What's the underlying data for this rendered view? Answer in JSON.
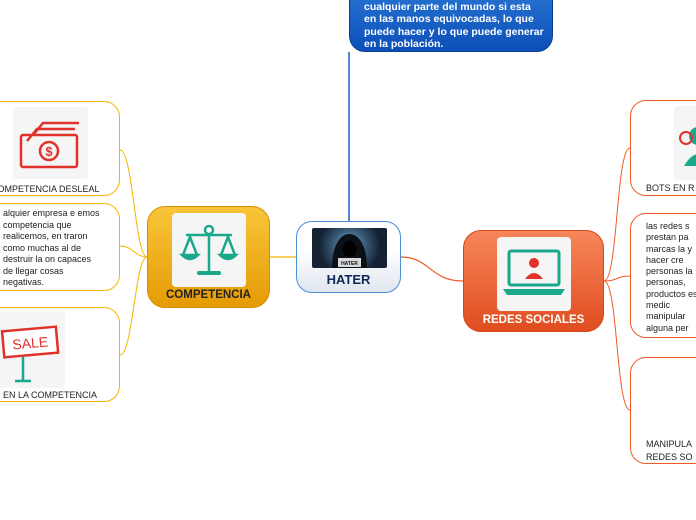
{
  "central": {
    "label": "HATER"
  },
  "top_note": {
    "text": "cualquier parte del mundo si esta en las manos equivocadas, lo que puede hacer y lo que puede generar en la población."
  },
  "competencia": {
    "label": "COMPETENCIA",
    "icon": "balance-scale-icon",
    "children": [
      {
        "label": "COMPETENCIA DESLEAL",
        "icon": "money-bills-icon"
      },
      {
        "text": "alquier empresa e emos competencia que realicemos, en traron como muchas al de destruir la on capaces de llegar cosas negativas."
      },
      {
        "label": "EN LA COMPETENCIA",
        "icon": "sale-sign-icon",
        "sign_text": "SALE"
      }
    ]
  },
  "redes": {
    "label": "REDES SOCIALES",
    "icon": "laptop-user-icon",
    "children": [
      {
        "label": "BOTS EN R",
        "icon": "person-icon"
      },
      {
        "text": "las redes s prestan pa marcas la y hacer cre personas la personas, productos este medic manipular alguna per"
      },
      {
        "label": "MANIPULA REDES SO"
      }
    ]
  },
  "colors": {
    "orange": "#f7b500",
    "red": "#f05a28",
    "blue": "#1a5fc4"
  }
}
